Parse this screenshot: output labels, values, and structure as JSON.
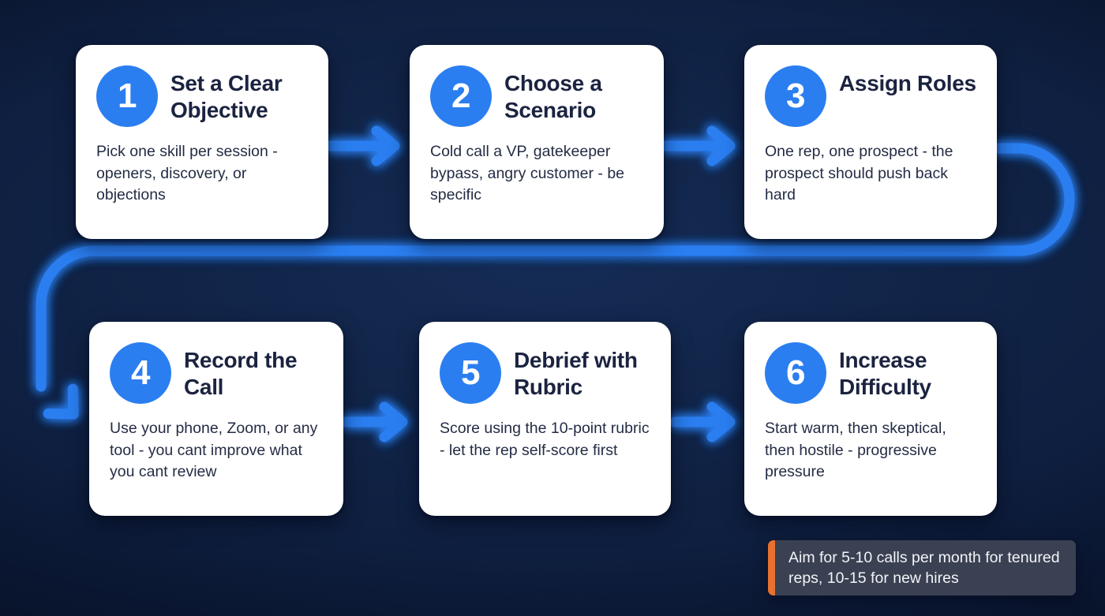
{
  "theme": {
    "background": "#0e2042",
    "accent_blue": "#2b7ef0",
    "card_background": "#ffffff",
    "title_color": "#1b2340",
    "callout_background": "#3a4152",
    "callout_accent": "#e8712f"
  },
  "steps": [
    {
      "number": "1",
      "title": "Set a Clear Objective",
      "body": "Pick one skill per session - openers, discovery, or objections"
    },
    {
      "number": "2",
      "title": "Choose a Scenario",
      "body": "Cold call a VP, gatekeeper bypass, angry customer - be specific"
    },
    {
      "number": "3",
      "title": "Assign Roles",
      "body": "One rep, one prospect - the prospect should push back hard"
    },
    {
      "number": "4",
      "title": "Record the Call",
      "body": "Use your phone, Zoom, or any tool - you cant improve what you cant review"
    },
    {
      "number": "5",
      "title": "Debrief with Rubric",
      "body": "Score using the 10-point rubric - let the rep self-score first"
    },
    {
      "number": "6",
      "title": "Increase Difficulty",
      "body": "Start warm, then skeptical, then hostile - progressive pressure"
    }
  ],
  "connectors": [
    {
      "name": "arrow-step1-to-step2",
      "type": "straight-arrow-right"
    },
    {
      "name": "arrow-step2-to-step3",
      "type": "straight-arrow-right"
    },
    {
      "name": "arrow-step3-to-step4",
      "type": "wrap-around-curved-arrow"
    },
    {
      "name": "arrow-step4-to-step5",
      "type": "straight-arrow-right"
    },
    {
      "name": "arrow-step5-to-step6",
      "type": "straight-arrow-right"
    }
  ],
  "callout": {
    "text": "Aim for 5-10 calls per month for tenured reps, 10-15 for new hires"
  }
}
